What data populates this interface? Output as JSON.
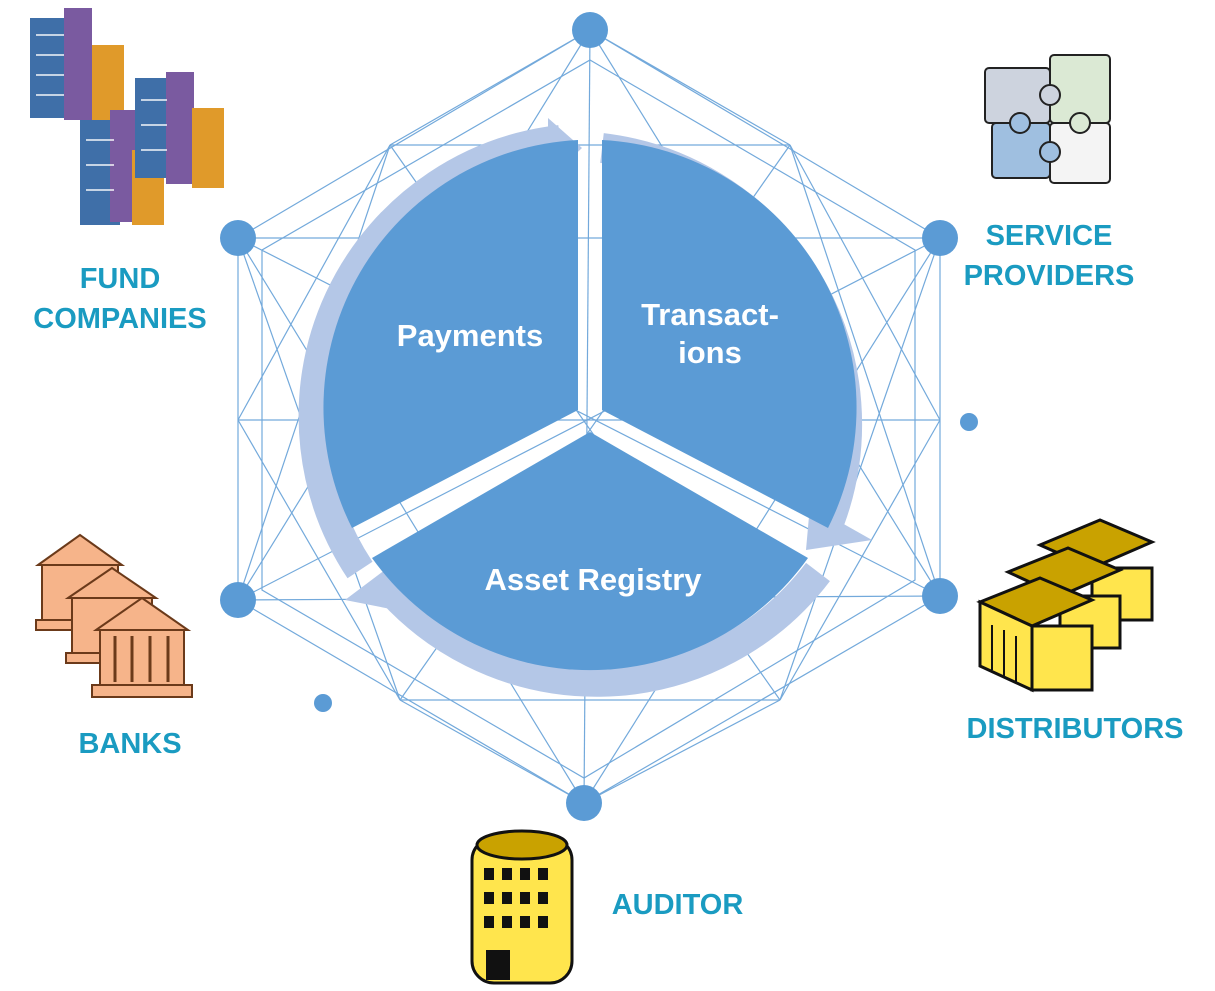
{
  "cycle": {
    "segments": [
      {
        "lines": [
          "Payments"
        ]
      },
      {
        "lines": [
          "Transact-",
          "ions"
        ]
      },
      {
        "lines": [
          "Asset Registry"
        ]
      }
    ]
  },
  "participants": {
    "fund_companies": {
      "lines": [
        "FUND",
        "COMPANIES"
      ],
      "icon": "office-buildings-icon"
    },
    "service_providers": {
      "lines": [
        "SERVICE",
        "PROVIDERS"
      ],
      "icon": "puzzle-icon"
    },
    "banks": {
      "lines": [
        "BANKS"
      ],
      "icon": "bank-icon"
    },
    "distributors": {
      "lines": [
        "DISTRIBUTORS"
      ],
      "icon": "distributor-buildings-icon"
    },
    "auditor": {
      "lines": [
        "AUDITOR"
      ],
      "icon": "office-tower-icon"
    }
  },
  "colors": {
    "network_line": "#5b9bd5",
    "node": "#5b9bd5",
    "segment_fill": "#5b9bd5",
    "arrow": "#b4c7e7",
    "label": "#1a9bc1"
  }
}
